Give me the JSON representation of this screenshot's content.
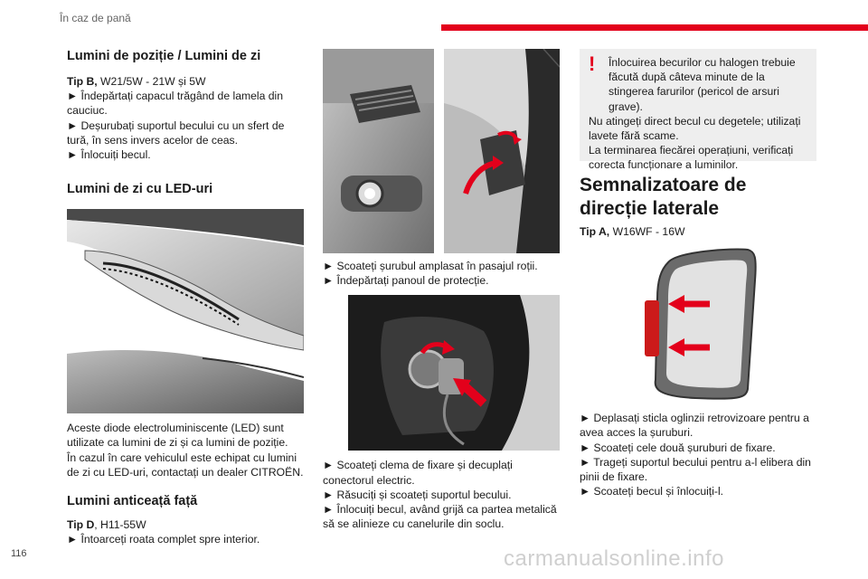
{
  "header": {
    "section": "În caz de pană"
  },
  "left": {
    "h_pozitie": "Lumini de poziție / Lumini de zi",
    "tipB_label": "Tip B,",
    "tipB_value": " W21/5W - 21W și 5W",
    "b1": "► Îndepărtați capacul trăgând de lamela din cauciuc.",
    "b2": "► Deșurubați suportul becului cu un sfert de tură, în sens invers acelor de ceas.",
    "b3": "► Înlocuiți becul.",
    "h_led": "Lumini de zi cu LED-uri",
    "led_text": "Aceste diode electroluminiscente (LED) sunt utilizate ca lumini de zi și ca lumini de poziție.",
    "led_text2": "În cazul în care vehiculul este echipat cu lumini de zi cu LED-uri, contactați un dealer CITROËN.",
    "h_ceata": "Lumini anticeață față",
    "tipD_label": "Tip D",
    "tipD_value": ", H11-55W",
    "d1": "► Întoarceți roata complet spre interior."
  },
  "middle": {
    "m1": "► Scoateți șurubul amplasat în pasajul roții.",
    "m2": "► Îndepărtați panoul de protecție.",
    "m3": "► Scoateți clema de fixare și decuplați conectorul electric.",
    "m4": "► Răsuciți și scoateți suportul becului.",
    "m5": "► Înlocuiți becul, având grijă ca partea metalică să se alinieze cu canelurile din soclu."
  },
  "right": {
    "warn_icon": "!",
    "warn1": "Înlocuirea becurilor cu halogen trebuie făcută după câteva minute de la stingerea farurilor (pericol de arsuri grave).",
    "warn2": "Nu atingeți direct becul cu degetele; utilizați lavete fără scame.",
    "warn3": "La terminarea fiecărei operațiuni, verificați corecta funcționare a luminilor.",
    "h_semn": "Semnalizatoare de direcție laterale",
    "tipA_label": "Tip A,",
    "tipA_value": " W16WF - 16W",
    "r1": "► Deplasați sticla oglinzii retrovizoare pentru a avea acces la șuruburi.",
    "r2": "► Scoateți cele două șuruburi de fixare.",
    "r3": "► Trageți suportul becului pentru a-l elibera din pinii de fixare.",
    "r4": "► Scoateți becul și înlocuiți-l."
  },
  "footer": {
    "page": "116",
    "watermark": "carmanualsonline.info"
  },
  "colors": {
    "accent": "#e3001b",
    "warn_bg": "#eeeeee"
  }
}
